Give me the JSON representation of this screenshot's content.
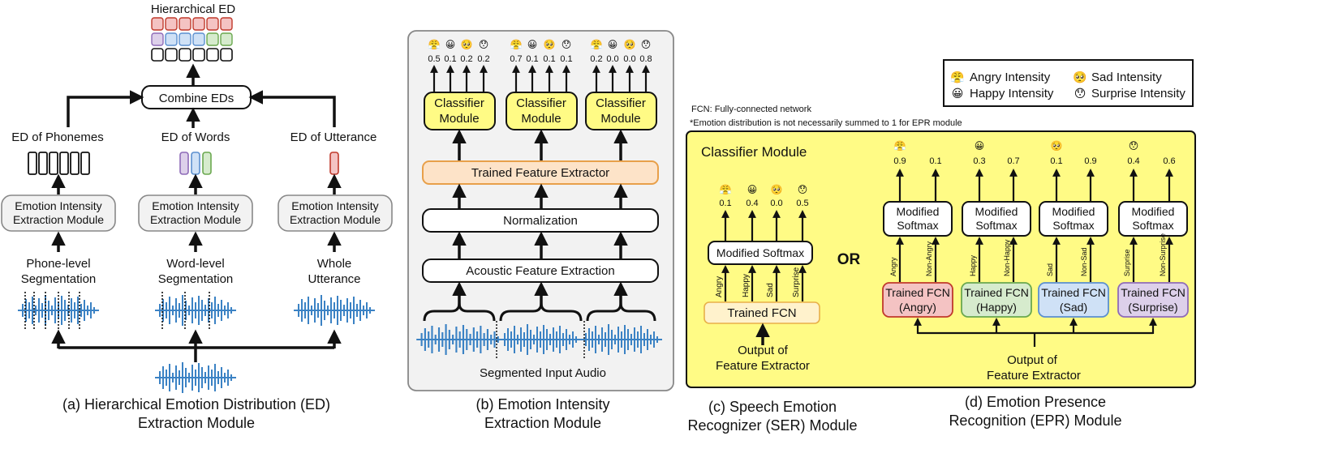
{
  "colors": {
    "angry": "#f4c3c3",
    "happy": "#d6ebcd",
    "sad": "#cfe1f6",
    "surprise": "#ddd0ea",
    "classifier_yellow": "#fffb85",
    "extractor_orange": "#fde3c8",
    "panel_gray": "#f2f2f2",
    "waveform": "#3b82c4"
  },
  "icons": {
    "angry": "😤",
    "happy": "😀",
    "sad": "🥺",
    "surprise": "😯"
  },
  "panel_a": {
    "hierarchical_ed": "Hierarchical ED",
    "combine": "Combine EDs",
    "ed_phonemes": "ED of Phonemes",
    "ed_words": "ED of Words",
    "ed_utterance": "ED of Utterance",
    "module_line1": "Emotion Intensity",
    "module_line2": "Extraction Module",
    "phone_line1": "Phone-level",
    "phone_line2": "Segmentation",
    "word_line1": "Word-level",
    "word_line2": "Segmentation",
    "whole_line1": "Whole",
    "whole_line2": "Utterance",
    "caption_line1": "(a) Hierarchical Emotion Distribution (ED)",
    "caption_line2": "Extraction Module"
  },
  "panel_b": {
    "scores": [
      [
        "0.5",
        "0.1",
        "0.2",
        "0.2"
      ],
      [
        "0.7",
        "0.1",
        "0.1",
        "0.1"
      ],
      [
        "0.2",
        "0.0",
        "0.0",
        "0.8"
      ]
    ],
    "classifier_line1": "Classifier",
    "classifier_line2": "Module",
    "trained_extractor": "Trained Feature Extractor",
    "normalization": "Normalization",
    "acoustic": "Acoustic Feature Extraction",
    "segmented": "Segmented Input Audio",
    "caption_line1": "(b) Emotion Intensity",
    "caption_line2": "Extraction Module"
  },
  "legend": {
    "angry": "Angry Intensity",
    "happy": "Happy Intensity",
    "sad": "Sad Intensity",
    "surprise": "Surprise Intensity"
  },
  "notes": {
    "fcn": "FCN: Fully-connected network",
    "epr": "*Emotion distribution is not necessarily summed to 1 for EPR module"
  },
  "panel_c": {
    "title": "Classifier Module",
    "scores": [
      "0.1",
      "0.4",
      "0.0",
      "0.5"
    ],
    "softmax": "Modified Softmax",
    "labels": [
      "Angry",
      "Happy",
      "Sad",
      "Surprise"
    ],
    "fcn": "Trained FCN",
    "output_line1": "Output of",
    "output_line2": "Feature Extractor",
    "caption_line1": "(c) Speech Emotion",
    "caption_line2": "Recognizer (SER) Module"
  },
  "or_label": "OR",
  "panel_d": {
    "groups": [
      {
        "score_pos": "0.9",
        "score_neg": "0.1",
        "label_pos": "Angry",
        "label_neg": "Non-Angry",
        "fcn_line2": "(Angry)"
      },
      {
        "score_pos": "0.3",
        "score_neg": "0.7",
        "label_pos": "Happy",
        "label_neg": "Non-Happy",
        "fcn_line2": "(Happy)"
      },
      {
        "score_pos": "0.1",
        "score_neg": "0.9",
        "label_pos": "Sad",
        "label_neg": "Non-Sad",
        "fcn_line2": "(Sad)"
      },
      {
        "score_pos": "0.4",
        "score_neg": "0.6",
        "label_pos": "Surprise",
        "label_neg": "Non-Surprise",
        "fcn_line2": "(Surprise)"
      }
    ],
    "softmax_line1": "Modified",
    "softmax_line2": "Softmax",
    "fcn_line1": "Trained FCN",
    "output_line1": "Output of",
    "output_line2": "Feature Extractor",
    "caption_line1": "(d) Emotion Presence",
    "caption_line2": "Recognition (EPR) Module"
  }
}
